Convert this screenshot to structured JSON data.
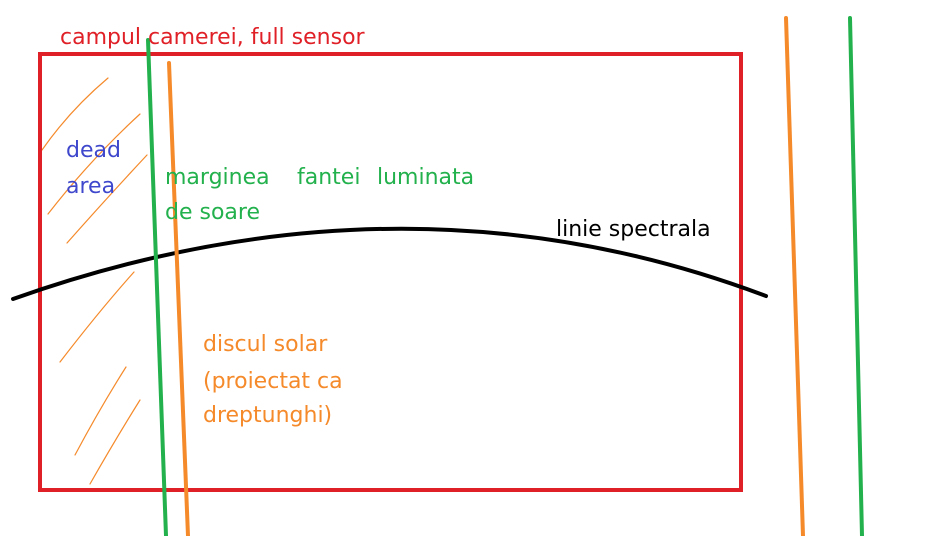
{
  "labels": {
    "camera_field": "campul camerei, full sensor",
    "dead_area_line1": "dead",
    "dead_area_line2": "area",
    "slit_edge_line1": "marginea",
    "slit_edge_line2": "de soare",
    "slit_word_fantei": "fantei",
    "slit_word_luminata": "luminata",
    "spectral_line": "linie spectrala",
    "solar_disc_line1": "discul solar",
    "solar_disc_line2": "(proiectat ca",
    "solar_disc_line3": "dreptunghi)"
  },
  "colors": {
    "camera_frame": "#e02027",
    "slit_green": "#22b14c",
    "solar_orange": "#f58a2b",
    "spectral_black": "#000000",
    "dead_area_blue": "#3f48cc",
    "background": "#ffffff"
  }
}
